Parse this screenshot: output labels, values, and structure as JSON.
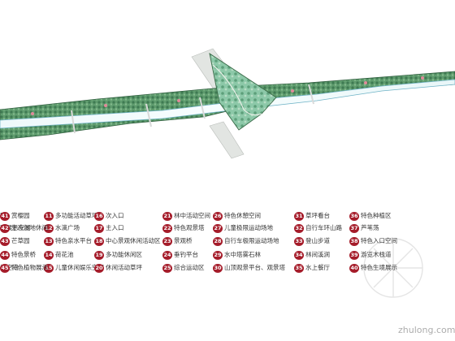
{
  "colors": {
    "badge": "#a51c2a",
    "river": "#e6f6f8",
    "greenbelt": "#5f9c6e",
    "greenbelt_dark": "#3b6b49",
    "triangle_park": "#88c4a4",
    "water_edge": "#6fb3c6",
    "road": "#d8dcd8"
  },
  "legend": {
    "items": [
      {
        "num": "11",
        "label": "多功能活动草坪"
      },
      {
        "num": "12",
        "label": "水滴广场"
      },
      {
        "num": "13",
        "label": "特色亲水平台"
      },
      {
        "num": "14",
        "label": "荷花池"
      },
      {
        "num": "15",
        "label": "儿童休闲娱乐空间"
      },
      {
        "num": "16",
        "label": "次入口"
      },
      {
        "num": "17",
        "label": "主入口"
      },
      {
        "num": "18",
        "label": "中心景观休闲活动区"
      },
      {
        "num": "19",
        "label": "多功能休闲区"
      },
      {
        "num": "20",
        "label": "休闲活动草坪"
      },
      {
        "num": "21",
        "label": "林中活动空间"
      },
      {
        "num": "22",
        "label": "特色观景塔"
      },
      {
        "num": "23",
        "label": "景观桥"
      },
      {
        "num": "24",
        "label": "垂钓平台"
      },
      {
        "num": "25",
        "label": "综合运动区"
      },
      {
        "num": "26",
        "label": "特色休憩空间"
      },
      {
        "num": "27",
        "label": "儿童极限运动场地"
      },
      {
        "num": "28",
        "label": "自行车极限运动场地"
      },
      {
        "num": "29",
        "label": "水中塔雾石林"
      },
      {
        "num": "30",
        "label": "山顶观景平台、观景塔"
      },
      {
        "num": "31",
        "label": "草坪看台"
      },
      {
        "num": "32",
        "label": "自行车环山路"
      },
      {
        "num": "33",
        "label": "登山步道"
      },
      {
        "num": "34",
        "label": "林间溪涧"
      },
      {
        "num": "35",
        "label": "水上餐厅"
      },
      {
        "num": "36",
        "label": "特色种植区"
      },
      {
        "num": "37",
        "label": "芦苇荡"
      },
      {
        "num": "38",
        "label": "特色入口空间"
      },
      {
        "num": "39",
        "label": "游览木栈道"
      },
      {
        "num": "40",
        "label": "特色生境展示"
      },
      {
        "num": "41",
        "label": "赏樱园"
      },
      {
        "num": "42",
        "label": "生态湿地休闲"
      },
      {
        "num": "43",
        "label": "芒草园"
      },
      {
        "num": "44",
        "label": "特色景桥"
      },
      {
        "num": "45",
        "label": "特色植物展示"
      }
    ],
    "partial_left": [
      {
        "label": "区"
      },
      {
        "label": "观展示空间"
      },
      {
        "label": ""
      },
      {
        "label": ""
      },
      {
        "label": "闲空间"
      }
    ]
  },
  "watermark": {
    "text": "zhulong.com"
  }
}
